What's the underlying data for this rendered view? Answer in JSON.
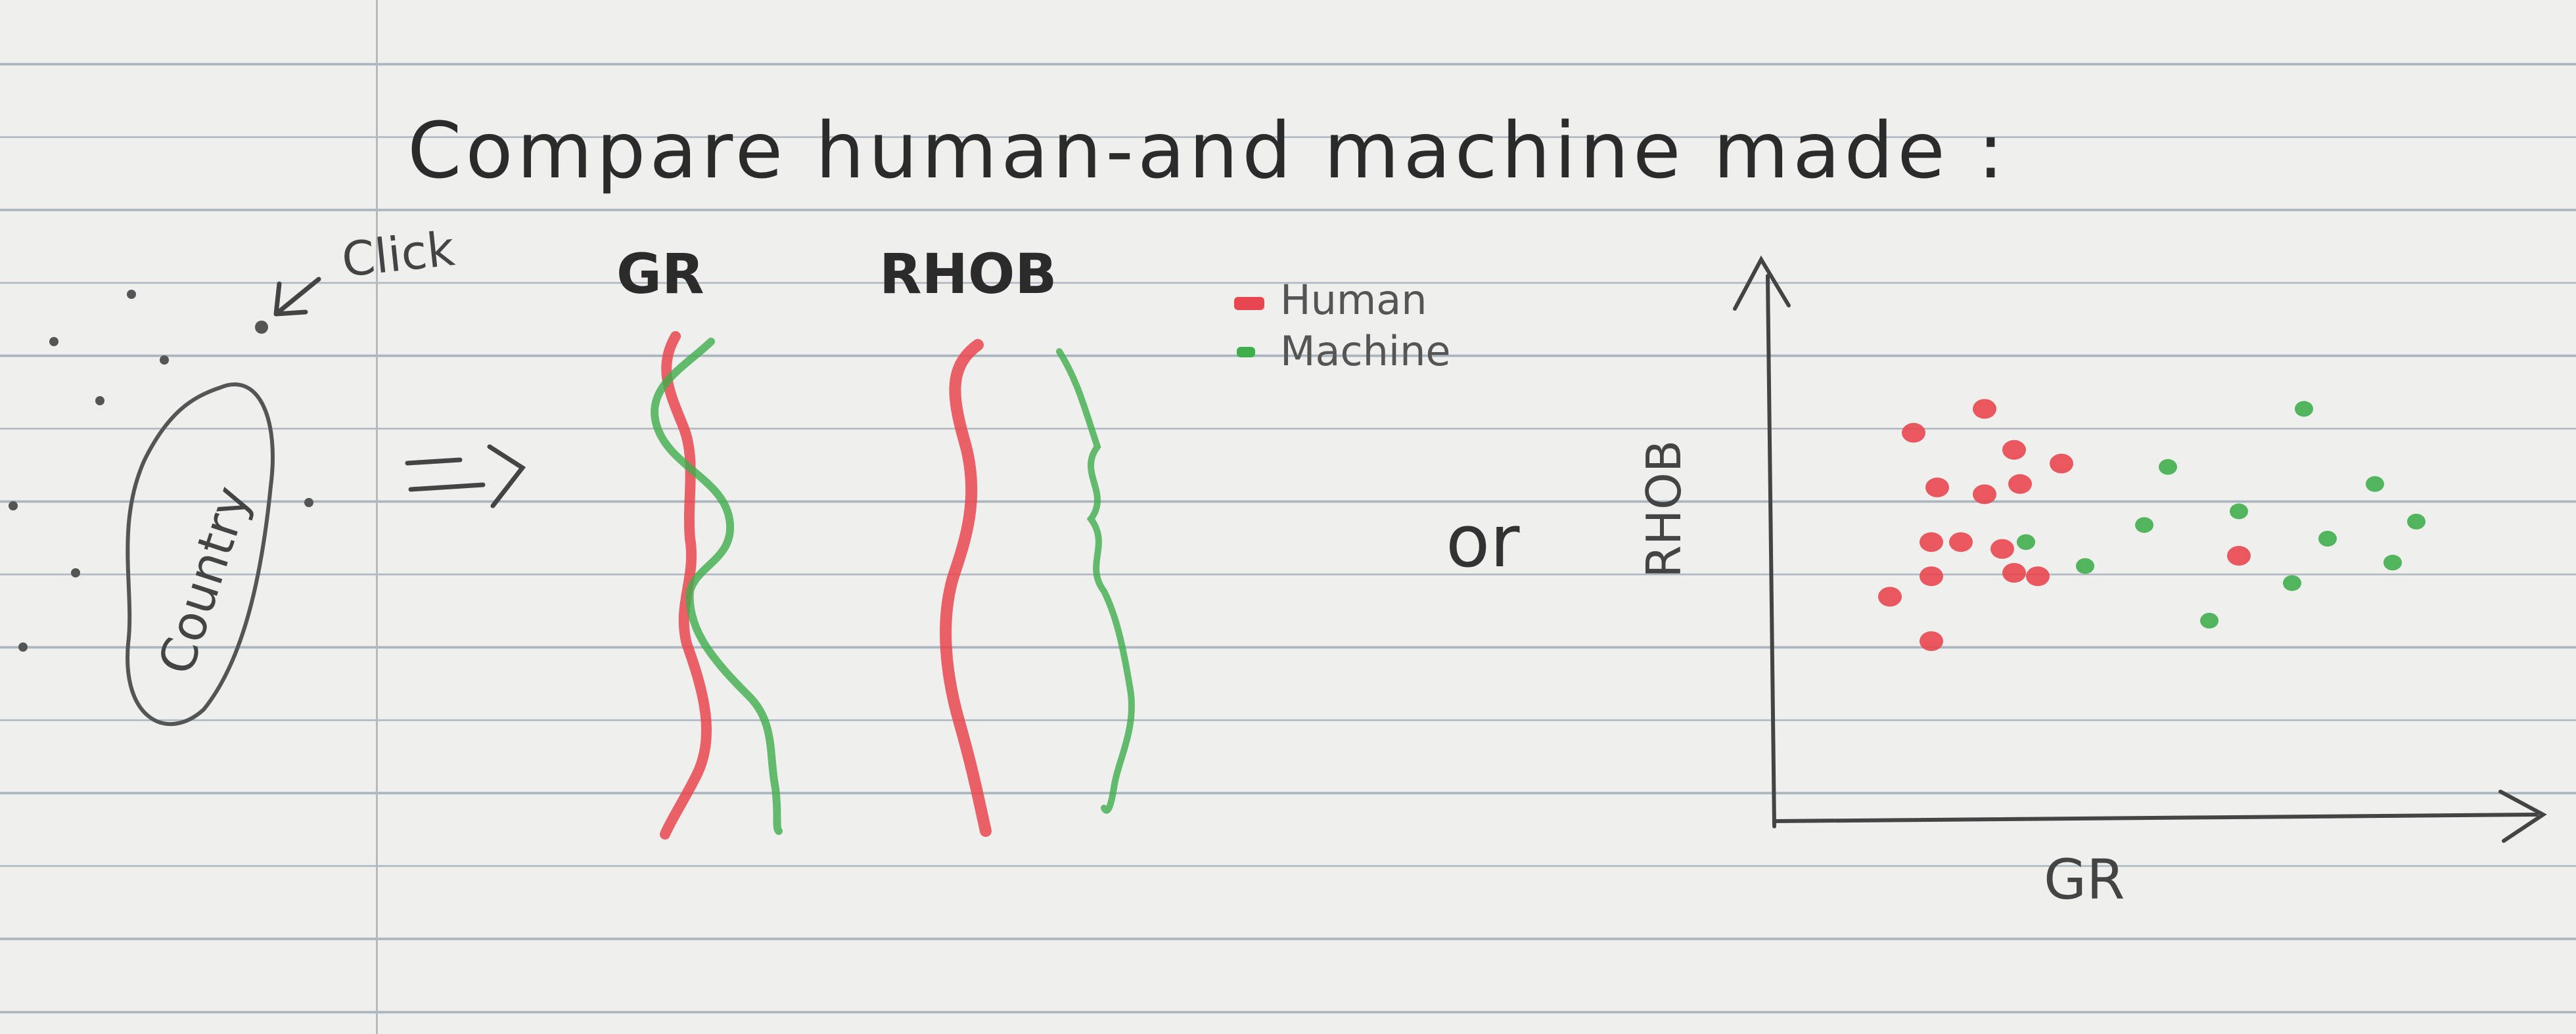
{
  "title": "Compare human-and machine made :",
  "annotations": {
    "click": "Click",
    "shape_label": "Country",
    "arrow": "=>",
    "or": "or"
  },
  "logs": {
    "gr_label": "GR",
    "rhob_label": "RHOB"
  },
  "legend": {
    "human": "Human",
    "machine": "Machine",
    "human_color": "#e8474f",
    "machine_color": "#3fae4c"
  },
  "chart_data": {
    "type": "scatter",
    "xlabel": "GR",
    "ylabel": "RHOB",
    "series": [
      {
        "name": "Human",
        "points": [
          [
            0.08,
            0.81
          ],
          [
            0.2,
            0.88
          ],
          [
            0.25,
            0.76
          ],
          [
            0.12,
            0.65
          ],
          [
            0.2,
            0.63
          ],
          [
            0.26,
            0.66
          ],
          [
            0.33,
            0.72
          ],
          [
            0.11,
            0.49
          ],
          [
            0.16,
            0.49
          ],
          [
            0.23,
            0.47
          ],
          [
            0.25,
            0.4
          ],
          [
            0.11,
            0.39
          ],
          [
            0.29,
            0.39
          ],
          [
            0.63,
            0.45
          ],
          [
            0.04,
            0.33
          ],
          [
            0.11,
            0.2
          ]
        ]
      },
      {
        "name": "Machine",
        "points": [
          [
            0.74,
            0.88
          ],
          [
            0.51,
            0.71
          ],
          [
            0.86,
            0.66
          ],
          [
            0.47,
            0.54
          ],
          [
            0.63,
            0.58
          ],
          [
            0.27,
            0.49
          ],
          [
            0.78,
            0.5
          ],
          [
            0.93,
            0.55
          ],
          [
            0.37,
            0.42
          ],
          [
            0.72,
            0.37
          ],
          [
            0.89,
            0.43
          ],
          [
            0.58,
            0.26
          ]
        ]
      }
    ]
  }
}
